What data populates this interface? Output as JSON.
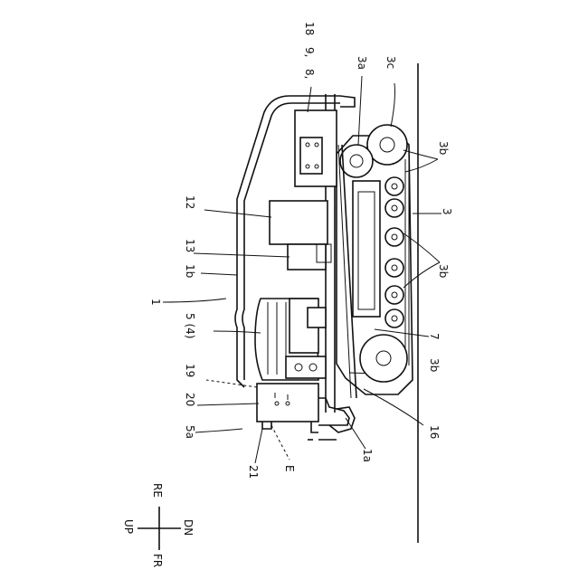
{
  "labels": {
    "l_18": "18",
    "l_9": "9,",
    "l_8": "8,",
    "l_3a": "3a",
    "l_3c": "3c",
    "l_3b_top": "3b",
    "l_3": "3",
    "l_3b_mid": "3b",
    "l_7": "7",
    "l_3b_bot": "3b",
    "l_16": "16",
    "l_1a": "1a",
    "l_12": "12",
    "l_13": "13",
    "l_1b": "1b",
    "l_1": "1",
    "l_5_4": "5 (4)",
    "l_19": "19",
    "l_20": "20",
    "l_5a": "5a",
    "l_21": "21",
    "l_E": "E"
  },
  "compass": {
    "up": "UP",
    "re": "RE",
    "dn": "DN",
    "fr": "FR"
  }
}
